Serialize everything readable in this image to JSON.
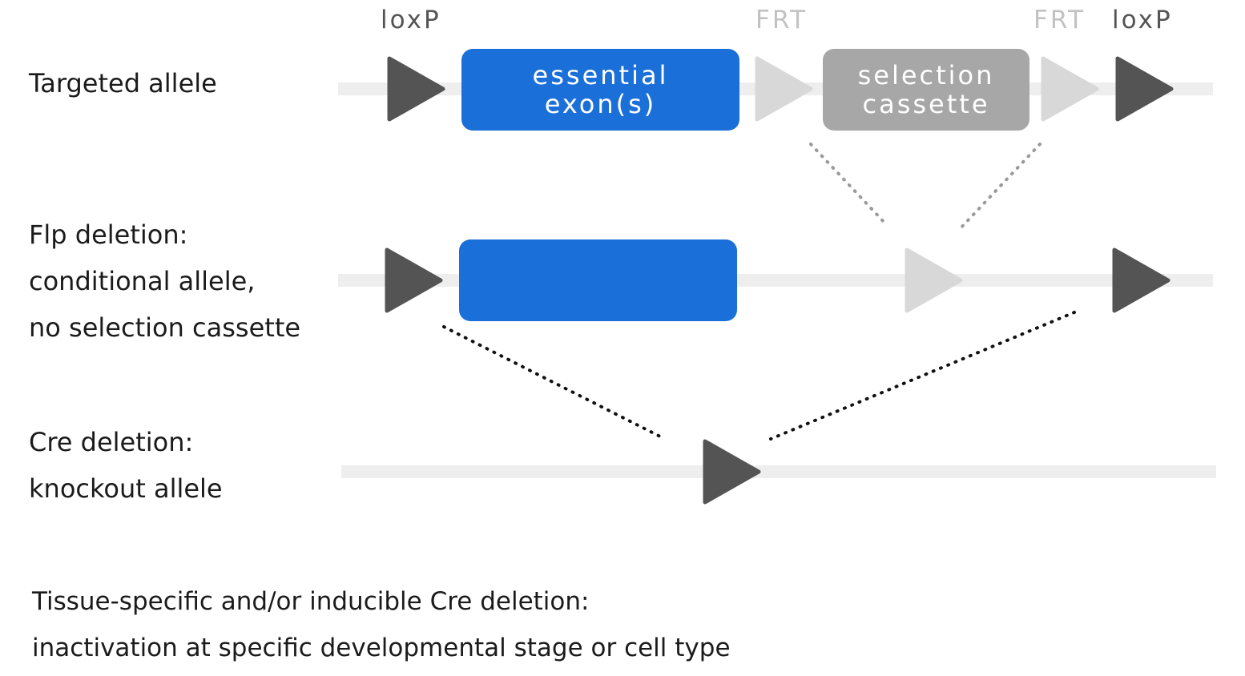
{
  "rows": [
    {
      "lines": [
        "Targeted allele"
      ]
    },
    {
      "lines": [
        "Flp deletion:",
        "conditional allele,",
        "no selection cassette"
      ]
    },
    {
      "lines": [
        "Cre deletion:",
        "knockout allele"
      ]
    }
  ],
  "sites": {
    "loxp_left": "loxP",
    "frt_left": "FRT",
    "frt_right": "FRT",
    "loxp_right": "loxP"
  },
  "boxes": {
    "exon": [
      "essential",
      "exon(s)"
    ],
    "cassette": [
      "selection",
      "cassette"
    ]
  },
  "footnote": [
    "Tissue-specific and/or inducible Cre deletion:",
    "inactivation at specific developmental stage or cell type"
  ],
  "colors": {
    "exon": "#1a6fd9",
    "cassette": "#a7a7a7",
    "loxp": "#545454",
    "frt": "#d8d8d8",
    "track": "#eeeeee"
  }
}
